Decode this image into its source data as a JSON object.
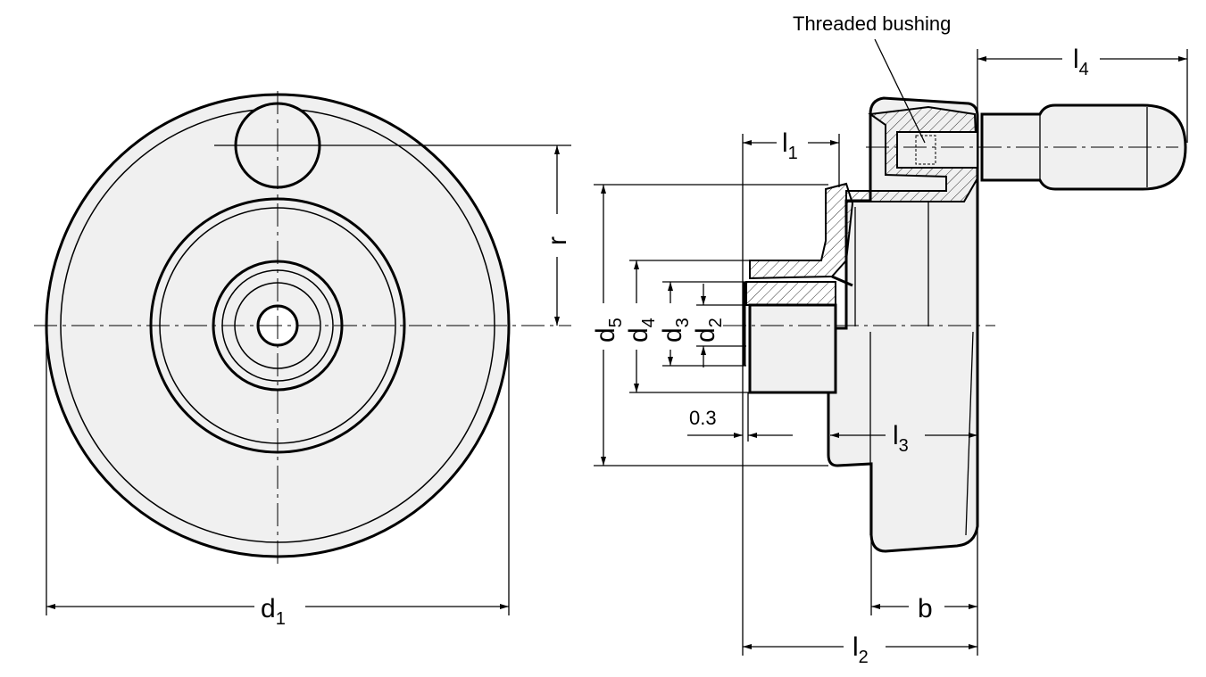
{
  "callouts": {
    "threaded_bushing": "Threaded bushing"
  },
  "dimensions": {
    "d1": {
      "base": "d",
      "sub": "1"
    },
    "d2": {
      "base": "d",
      "sub": "2"
    },
    "d3": {
      "base": "d",
      "sub": "3"
    },
    "d4": {
      "base": "d",
      "sub": "4"
    },
    "d5": {
      "base": "d",
      "sub": "5"
    },
    "l1": {
      "base": "l",
      "sub": "1"
    },
    "l2": {
      "base": "l",
      "sub": "2"
    },
    "l3": {
      "base": "l",
      "sub": "3"
    },
    "l4": {
      "base": "l",
      "sub": "4"
    },
    "r": "r",
    "b": "b",
    "gap": "0.3"
  },
  "colors": {
    "line": "#000000",
    "fill": "#f0f0f0",
    "hatch": "#000000"
  }
}
